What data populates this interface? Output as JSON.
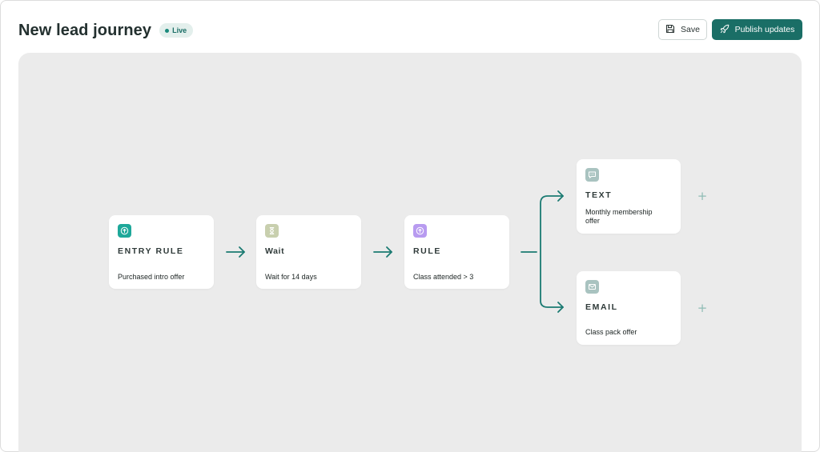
{
  "header": {
    "title": "New lead journey",
    "status": "Live"
  },
  "toolbar": {
    "save_label": "Save",
    "publish_label": "Publish updates"
  },
  "colors": {
    "accent": "#1a6e66",
    "canvas": "#ebebeb",
    "entry_icon": "#1ea89a",
    "wait_icon": "#c8cfae",
    "rule_icon": "#b89bf0",
    "message_icon": "#a9c3c0"
  },
  "flow": {
    "entry": {
      "label": "ENTRY RULE",
      "desc": "Purchased intro offer",
      "icon": "arrow-circle-icon"
    },
    "wait": {
      "label": "Wait",
      "desc": "Wait for 14 days",
      "icon": "hourglass-icon"
    },
    "rule": {
      "label": "RULE",
      "desc": "Class attended > 3",
      "icon": "arrow-circle-icon"
    },
    "text": {
      "label": "TEXT",
      "desc": "Monthly membership offer",
      "icon": "chat-bubble-icon"
    },
    "email": {
      "label": "EMAIL",
      "desc": "Class pack offer",
      "icon": "envelope-icon"
    }
  },
  "add_step_glyph": "+"
}
